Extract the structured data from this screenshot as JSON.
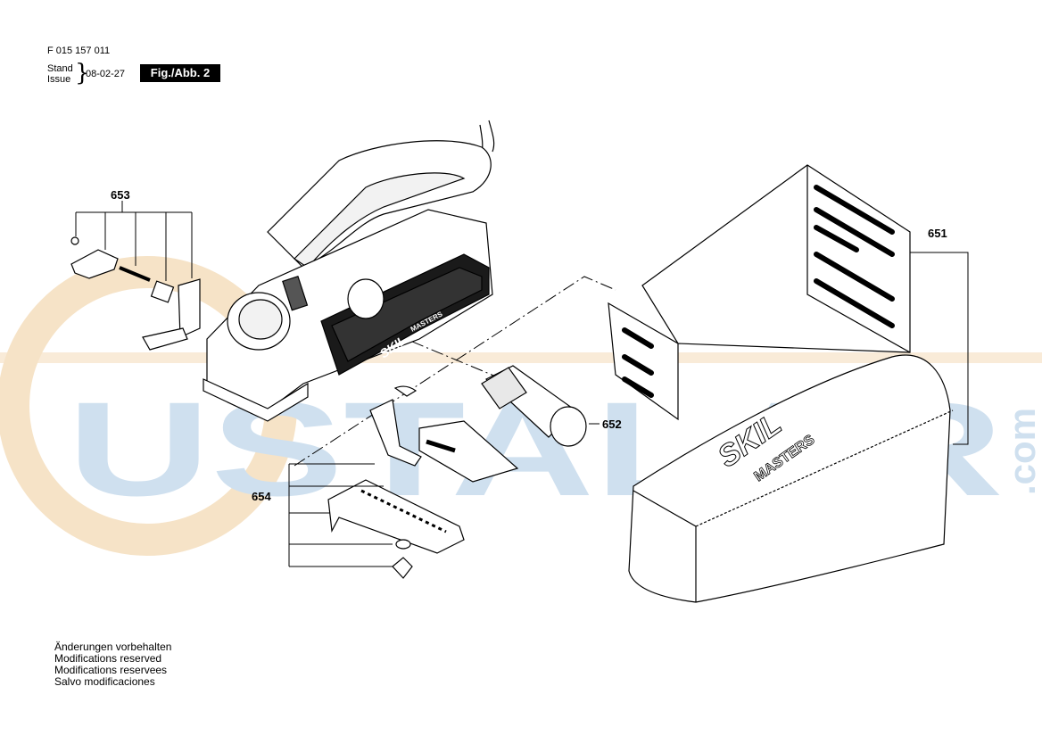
{
  "header": {
    "doc_number": "F 015 157 011",
    "stand_label": "Stand",
    "issue_label": "Issue",
    "date": "08-02-27",
    "figure_label": "Fig./Abb. 2"
  },
  "parts": {
    "p651": "651",
    "p652": "652",
    "p653": "653",
    "p654": "654"
  },
  "brand": {
    "tool_skil": "SKIL",
    "tool_masters": "MASTERS",
    "bag_skil": "SKIL",
    "bag_masters": "MASTERS"
  },
  "watermark": {
    "text": "USTALAR",
    "suffix": ".com",
    "color": "#cfe0ef",
    "ring_color": "#f6e3c7"
  },
  "notes": [
    "Änderungen vorbehalten",
    "Modifications reserved",
    "Modifications reservees",
    "Salvo modificaciones"
  ]
}
